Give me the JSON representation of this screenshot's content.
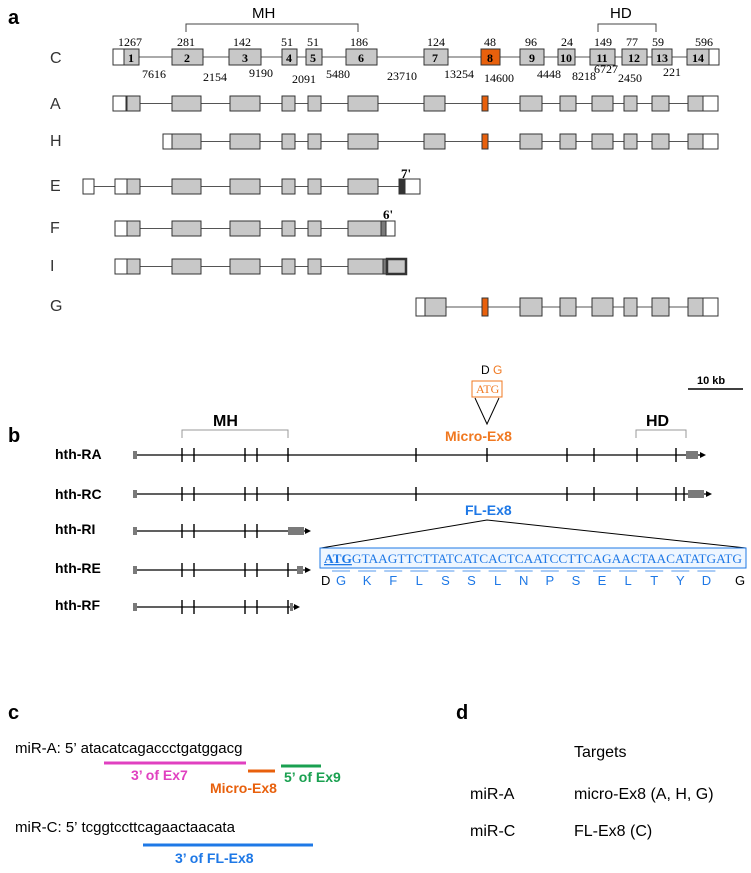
{
  "panel_a": {
    "label": "a",
    "domains": {
      "mh": "MH",
      "hd": "HD"
    },
    "isoform_c": {
      "name": "C",
      "exon_numbers": [
        "1",
        "2",
        "3",
        "4",
        "5",
        "6",
        "7",
        "8",
        "9",
        "10",
        "11",
        "12",
        "13",
        "14"
      ],
      "exon_sizes": [
        "1267",
        "281",
        "142",
        "51",
        "51",
        "186",
        "124",
        "48",
        "96",
        "24",
        "149",
        "77",
        "59",
        "596"
      ],
      "intron_sizes": [
        "7616",
        "2154",
        "9190",
        "2091",
        "5480",
        "23710",
        "13254",
        "14600",
        "4448",
        "8218",
        "6727",
        "2450",
        "221"
      ]
    },
    "isoforms": [
      "A",
      "H",
      "E",
      "F",
      "I",
      "G"
    ],
    "alt_exon_labels": {
      "e": "7'",
      "f": "6'"
    }
  },
  "panel_b": {
    "label": "b",
    "scale_bar": "10 kb",
    "domains": {
      "mh": "MH",
      "hd": "HD"
    },
    "transcripts": [
      "hth-RA",
      "hth-RC",
      "hth-RI",
      "hth-RE",
      "hth-RF"
    ],
    "micro_exon": {
      "label": "Micro-Ex8",
      "sequence": "ATG",
      "aa_left": "D",
      "aa_right": "G"
    },
    "fl_exon": {
      "label": "FL-Ex8",
      "sequence": "ATGGTAAGTTCTTATCATCACTCAATCCTTCAGAACTAACATATGATG",
      "aa_left": "D",
      "aa": [
        "G",
        "K",
        "F",
        "L",
        "S",
        "S",
        "L",
        "N",
        "P",
        "S",
        "E",
        "L",
        "T",
        "Y",
        "D"
      ],
      "aa_right": "G"
    }
  },
  "panel_c": {
    "label": "c",
    "mir_a": {
      "prefix": "miR-A: 5’",
      "sequence": "atacatcagaccctgatggacg"
    },
    "mir_a_parts": {
      "ex7": "3’ of Ex7",
      "micro": "Micro-Ex8",
      "ex9": "5’ of Ex9"
    },
    "mir_c": {
      "prefix": "miR-C: 5’",
      "sequence": "tcggtccttcagaactaacata"
    },
    "mir_c_part": "3’ of FL-Ex8"
  },
  "panel_d": {
    "label": "d",
    "header": "Targets",
    "rows": [
      {
        "name": "miR-A",
        "target": "micro-Ex8 (A, H, G)"
      },
      {
        "name": "miR-C",
        "target": "FL-Ex8 (C)"
      }
    ]
  },
  "colors": {
    "exon_fill": "#c8c8c8",
    "micro_exon": "#e8600c",
    "orange_text": "#f07820",
    "blue": "#1e78e6",
    "magenta": "#e040c0",
    "green": "#1aa050",
    "utr_dark": "#7a7a7a"
  }
}
